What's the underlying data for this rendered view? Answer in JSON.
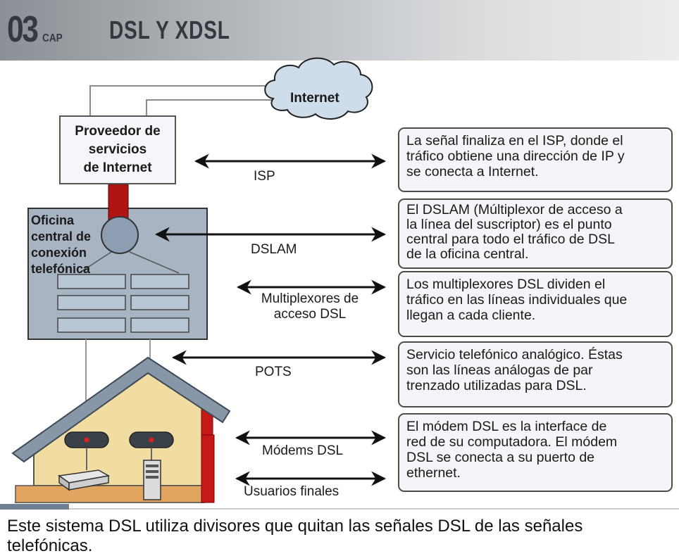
{
  "header": {
    "chapter_number": "03",
    "chapter_prefix": "CAP",
    "title": "DSL Y XDSL"
  },
  "diagram": {
    "cloud_label": "Internet",
    "isp_box_lines": [
      "Proveedor de",
      "servicios",
      "de Internet"
    ],
    "central_office_lines": [
      "Oficina",
      "central de",
      "conexión",
      "telefónica"
    ],
    "arrows": [
      {
        "id": "isp",
        "lines": [
          "ISP"
        ]
      },
      {
        "id": "dslam",
        "lines": [
          "DSLAM"
        ]
      },
      {
        "id": "mux",
        "lines": [
          "Multiplexores de",
          "acceso DSL"
        ]
      },
      {
        "id": "pots",
        "lines": [
          "POTS"
        ]
      },
      {
        "id": "modems",
        "lines": [
          "Módems DSL"
        ]
      },
      {
        "id": "users",
        "lines": [
          "Usuarios finales"
        ]
      }
    ],
    "descriptions": [
      {
        "id": "isp",
        "lines": [
          "La señal finaliza en el ISP, donde el",
          "tráfico obtiene una dirección de IP y",
          "se conecta a Internet."
        ]
      },
      {
        "id": "dslam",
        "lines": [
          "El DSLAM (Múltiplexor de acceso a",
          "la línea del suscriptor) es el punto",
          "central para todo el tráfico de DSL",
          "de la oficina central."
        ]
      },
      {
        "id": "mux",
        "lines": [
          "Los multiplexores DSL dividen el",
          "tráfico en las líneas individuales que",
          "llegan a cada cliente."
        ]
      },
      {
        "id": "pots",
        "lines": [
          "Servicio telefónico analógico. Éstas",
          "son las líneas análogas de par",
          "trenzado utilizadas para DSL."
        ]
      },
      {
        "id": "modem",
        "lines": [
          "El módem DSL es la interface de",
          "red de su computadora. El módem",
          "DSL se conecta a su puerto de",
          "ethernet."
        ]
      }
    ]
  },
  "caption": "Este sistema DSL utiliza divisores que quitan las señales DSL de las señales telefónicas."
}
